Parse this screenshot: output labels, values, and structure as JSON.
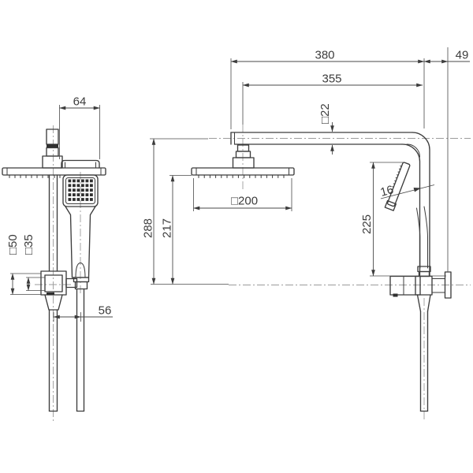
{
  "drawing": {
    "front_view": {
      "holder_width": "64",
      "bracket_outer": "□50",
      "bracket_inner": "□35",
      "hose_offset": "56"
    },
    "side_view": {
      "total_projection": "380",
      "arm_length": "355",
      "wall_clearance": "49",
      "arm_profile": "□22",
      "rose_size": "□200",
      "arm_height": "288",
      "rose_height": "217",
      "handset_drop": "225",
      "handset_width": "16"
    }
  }
}
